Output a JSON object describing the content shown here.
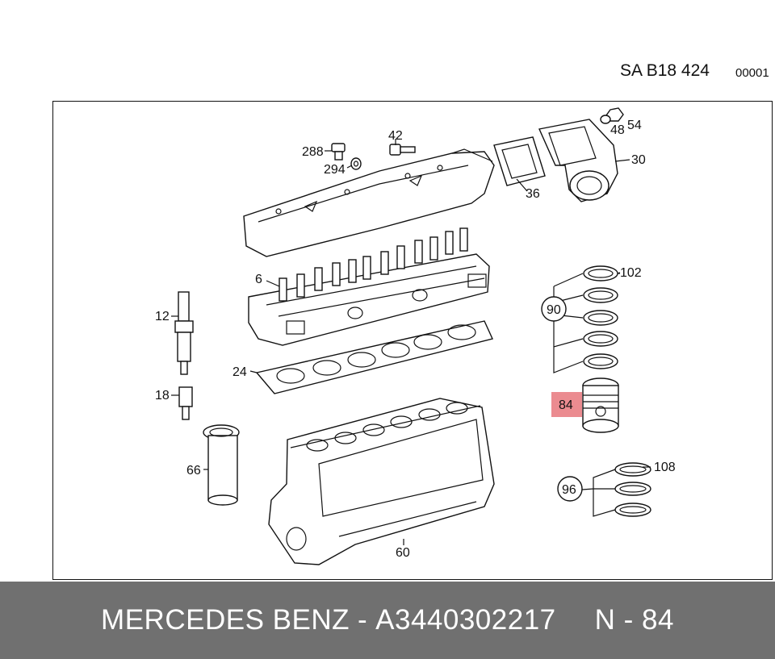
{
  "header": {
    "code": "SA B18 424",
    "number": "00001"
  },
  "labels": {
    "l288": "288",
    "l294": "294",
    "l42": "42",
    "l48": "48",
    "l54": "54",
    "l30": "30",
    "l36": "36",
    "l6": "6",
    "l102": "102",
    "l90": "90",
    "l12": "12",
    "l24": "24",
    "l18": "18",
    "l84": "84",
    "l66": "66",
    "l108": "108",
    "l96": "96",
    "l60": "60"
  },
  "colors": {
    "highlight": "#e8777c",
    "footer": "#707070"
  },
  "footer": {
    "brand": "MERCEDES BENZ",
    "separator": "-",
    "part_number": "A3440302217",
    "position": "N - 84"
  }
}
